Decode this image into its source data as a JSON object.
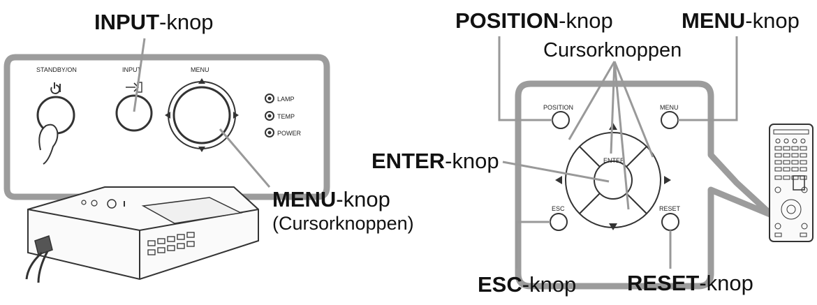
{
  "callouts": {
    "input": {
      "bold": "INPUT",
      "rest": "-knop"
    },
    "menu_left": {
      "bold": "MENU",
      "rest": "-knop",
      "sub": "(Cursorknoppen)"
    },
    "position": {
      "bold": "POSITION",
      "rest": "-knop"
    },
    "menu_right": {
      "bold": "MENU",
      "rest": "-knop"
    },
    "cursor": {
      "text": "Cursorknoppen"
    },
    "enter": {
      "bold": "ENTER",
      "rest": "-knop"
    },
    "esc": {
      "bold": "ESC",
      "rest": "-knop"
    },
    "reset": {
      "bold": "RESET",
      "rest": "-knop"
    }
  },
  "panel_labels": {
    "standby": "STANDBY/ON",
    "input": "INPUT",
    "menu": "MENU",
    "lamp": "LAMP",
    "temp": "TEMP",
    "power": "POWER"
  },
  "remote_labels": {
    "position": "POSITION",
    "menu": "MENU",
    "enter": "ENTER",
    "esc": "ESC",
    "reset": "RESET"
  }
}
